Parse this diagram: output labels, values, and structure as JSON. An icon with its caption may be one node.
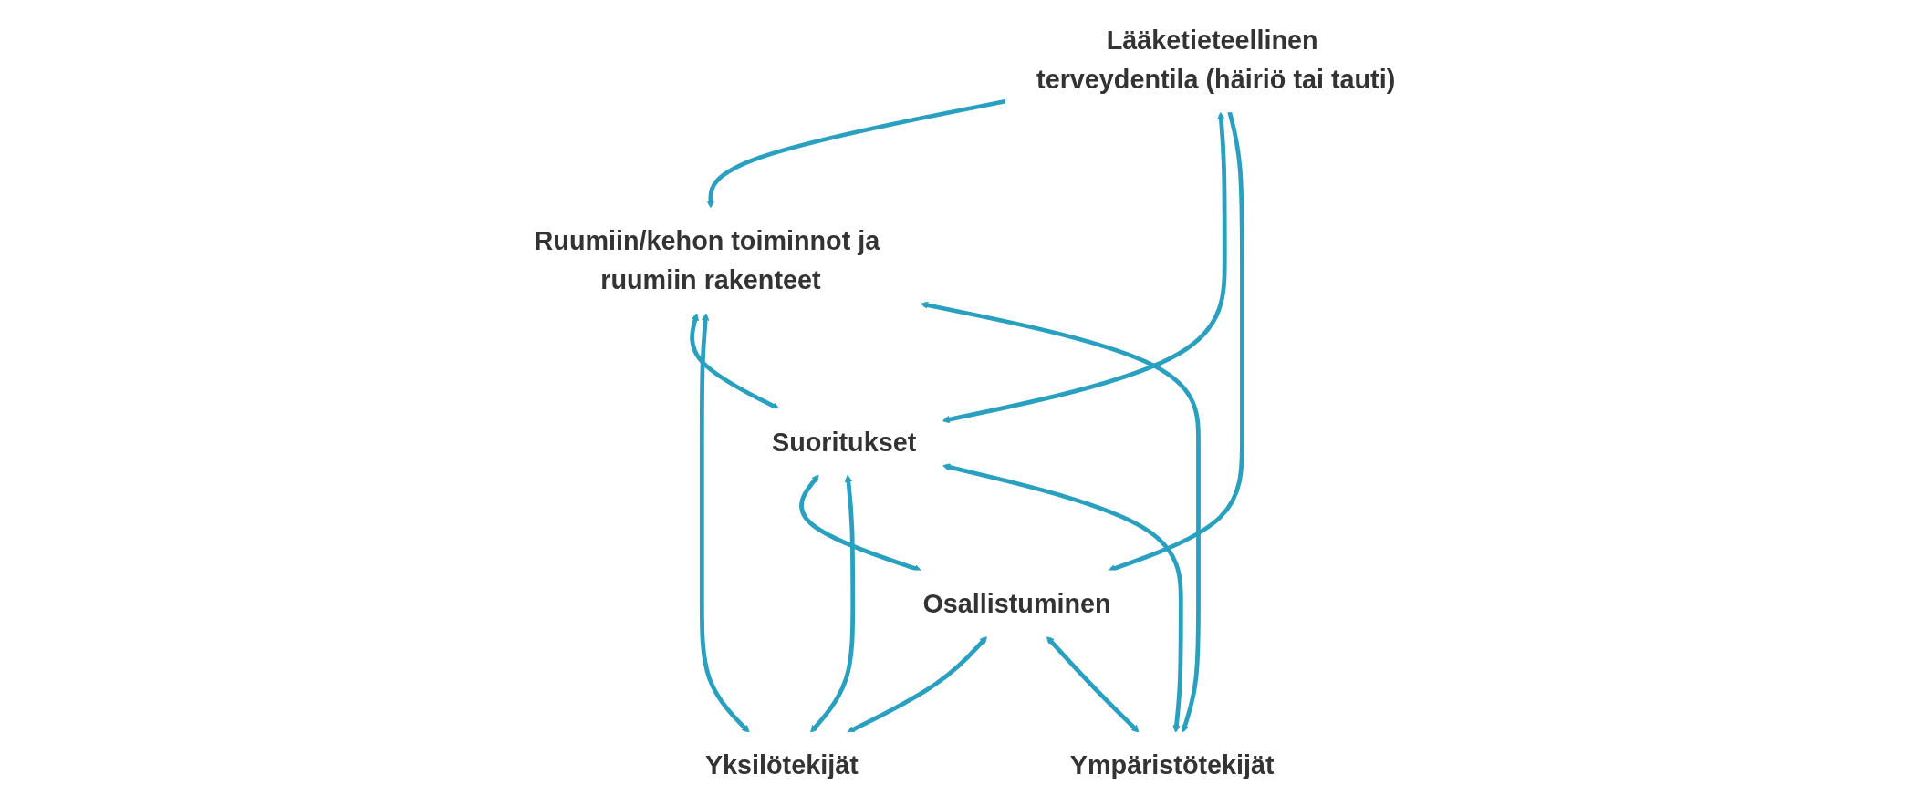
{
  "diagram": {
    "nodes": [
      {
        "text": [
          "Lääketieteellinen terveydentila (häiriö tai tauti)"
        ]
      },
      {
        "text": [
          "Ruumiin/kehon toiminnot ja ruumiin rakenteet"
        ]
      },
      {
        "text": [
          "Suoritukset"
        ]
      },
      {
        "text": [
          "Osallistuminen"
        ]
      },
      {
        "text": [
          "Yksilötekijät"
        ]
      },
      {
        "text": [
          "Ympäristötekijät"
        ]
      }
    ],
    "edges": [
      {
        "from": 0,
        "to": 1,
        "arrow": "to"
      },
      {
        "from": 0,
        "to": 2,
        "arrow": "both"
      },
      {
        "from": 0,
        "to": 3,
        "arrow": "to"
      },
      {
        "from": 1,
        "to": 2,
        "arrow": "both"
      },
      {
        "from": 2,
        "to": 3,
        "arrow": "both"
      },
      {
        "from": 1,
        "to": 4,
        "arrow": "both"
      },
      {
        "from": 2,
        "to": 4,
        "arrow": "both"
      },
      {
        "from": 3,
        "to": 4,
        "arrow": "both"
      },
      {
        "from": 1,
        "to": 5,
        "arrow": "both"
      },
      {
        "from": 2,
        "to": 5,
        "arrow": "both"
      },
      {
        "from": 3,
        "to": 5,
        "arrow": "both"
      }
    ]
  }
}
